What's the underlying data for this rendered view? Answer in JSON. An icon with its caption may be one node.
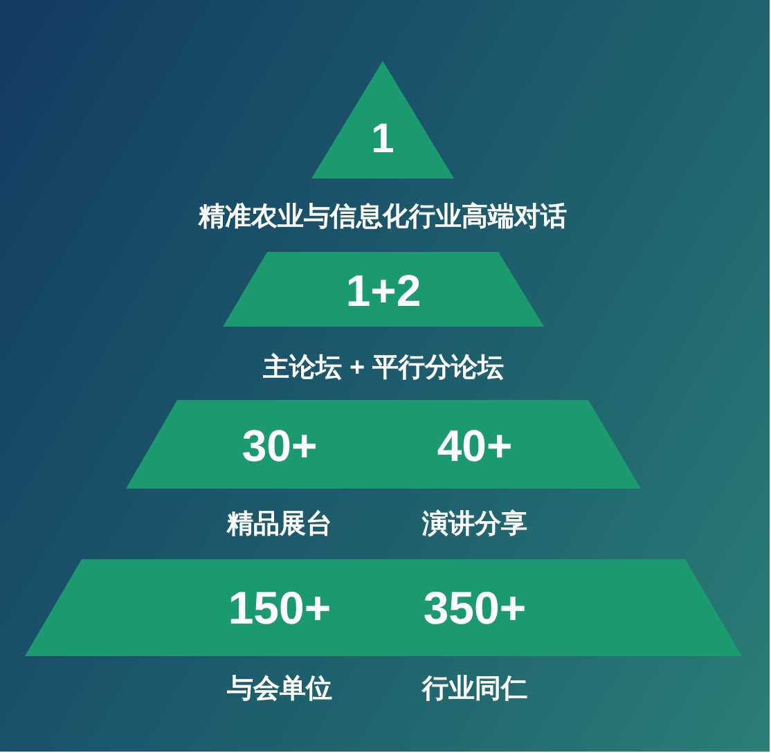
{
  "diagram": {
    "nodes": [
      {
        "text": [
          "1"
        ],
        "beside": [
          "精准农业与信息化行业高端对话"
        ]
      },
      {
        "text": [
          "1+2"
        ],
        "beside": [
          "主论坛 + 平行分论坛"
        ]
      },
      {
        "text": [
          "30+",
          "40+"
        ],
        "beside": [
          "精品展台",
          "演讲分享"
        ]
      },
      {
        "text": [
          "150+",
          "350+"
        ],
        "beside": [
          "与会单位",
          "行业同仁"
        ]
      }
    ]
  }
}
